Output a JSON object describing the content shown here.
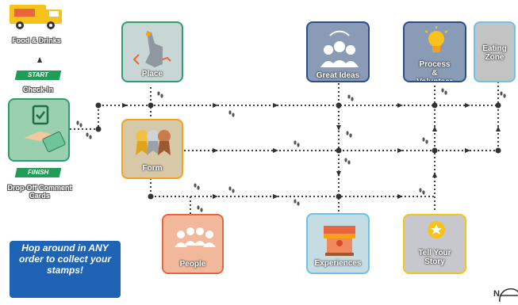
{
  "stations": {
    "place": "Place",
    "form": "Form",
    "people": "People",
    "great_ideas": "Great Ideas",
    "experiences": "Experiences",
    "process_volunteer": "Process & Volunteer",
    "tell_your_story": "Tell Your Story",
    "eating_zone": "Eating Zone"
  },
  "left_panel": {
    "food_drinks": "Food & Drinks",
    "start": "START",
    "check_in": "Check-In",
    "finish": "FINISH",
    "drop_off": "Drop-Off Comment Cards"
  },
  "note": "Hop around in ANY order to collect your stamps!",
  "compass": "N",
  "colors": {
    "place_border": "#2e9e6b",
    "form_border": "#f4a21c",
    "people_border": "#e8663d",
    "great_ideas_border": "#2b4d8e",
    "experiences_border": "#6cc2e8",
    "process_border": "#2b4d8e",
    "story_border": "#f5c518",
    "eating_border": "#6cc2e8",
    "ribbon_green": "#1f9d57",
    "note_blue": "#1e63b4",
    "truck_yellow": "#f7c21a"
  },
  "icons": [
    "food-truck-icon",
    "check-in-icon",
    "dropoff-card-icon",
    "map-route-icon",
    "ribbons-icon",
    "people-icon",
    "great-ideas-people-icon",
    "market-stall-icon",
    "lightbulb-icon",
    "star-icon",
    "footprints-icon",
    "compass-icon"
  ]
}
